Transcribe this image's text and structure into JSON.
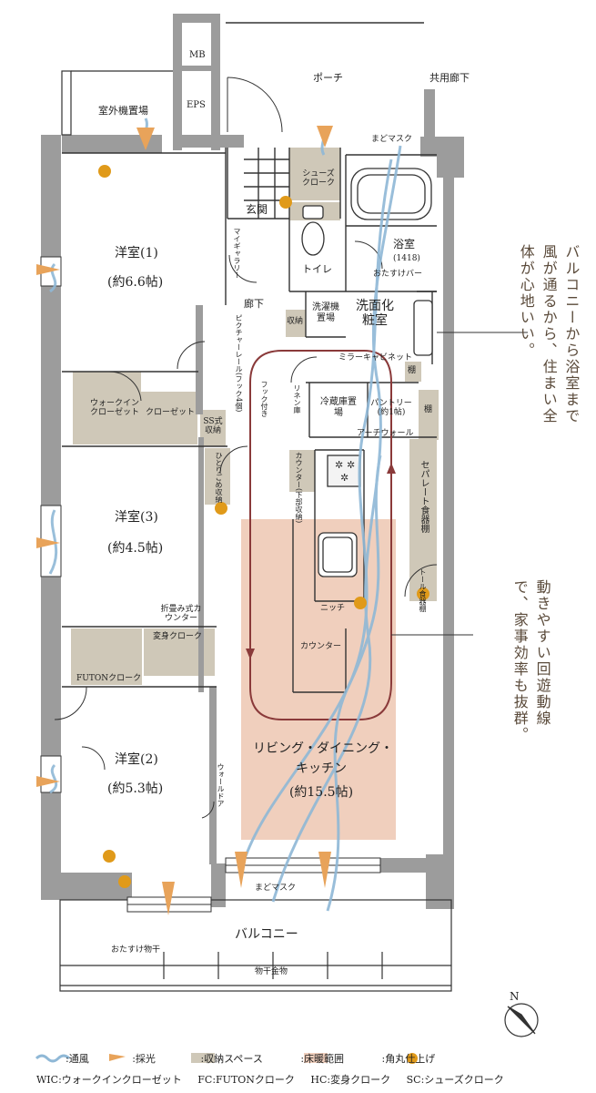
{
  "colors": {
    "wall": "#9c9c9c",
    "storage": "#cfc8b8",
    "heating": "#f0cfbd",
    "wind": "#8fb8d6",
    "light": "#e8a35a",
    "corner": "#e09a1a",
    "route": "#8a3a3a",
    "text_accent": "#5a4a3a"
  },
  "rooms": {
    "mb": "MB",
    "eps": "EPS",
    "porch": "ポーチ",
    "common_hall": "共用廊下",
    "outdoor_unit": "室外機置場",
    "madomask_top": "まどマスク",
    "shoes_closet": "シューズクローク",
    "entrance": "玄関",
    "toilet": "トイレ",
    "bath_name": "浴室",
    "bath_size": "(1418)",
    "otasuke_bar": "おたすけバー",
    "western1_name": "洋室(1)",
    "western1_size": "(約6.6帖)",
    "magnet_gallery": "マイギャラリー",
    "hallway": "廊下",
    "picture_rail": "ピクチャーレール(フック4個)",
    "washer": "洗濯機置場",
    "storage_small": "収納",
    "washroom": "洗面化粧室",
    "mirror_cabinet": "ミラーキャビネット",
    "shelf": "棚",
    "linen": "リネン庫",
    "hook": "フック付き",
    "fridge": "冷蔵庫置場",
    "pantry": "パントリー(約1帖)",
    "arch_wall": "アーチウォール",
    "shelf2": "棚",
    "wic": "ウォークインクローゼット",
    "closet": "クローゼット",
    "ss_storage": "SS式収納",
    "hitorigome": "ひとりごめ収納",
    "counter_storage": "カウンター(下部収納)",
    "separate_cupboard": "セパレート食器棚",
    "tall_cupboard": "トール食器棚",
    "western3_name": "洋室(3)",
    "western3_size": "(約4.5帖)",
    "folding_counter": "折畳み式カウンター",
    "henshin_closet": "変身クローク",
    "futon_closet": "FUTONクローク",
    "niche": "ニッチ",
    "counter": "カウンター",
    "western2_name": "洋室(2)",
    "western2_size": "(約5.3帖)",
    "wall_door": "ウォールドア",
    "ldk_name_1": "リビング・ダイニング・",
    "ldk_name_2": "キッチン",
    "ldk_size": "(約15.5帖)",
    "madomask_bottom": "まどマスク",
    "balcony": "バルコニー",
    "otasuke_drying": "おたすけ物干",
    "drying_hardware": "物干金物"
  },
  "callouts": {
    "upper": "バルコニーから浴室まで風が通るから、住まい全体が心地いい。",
    "lower": "動きやすい回遊動線で、家事効率も抜群。"
  },
  "compass": "N",
  "legend": {
    "row1": [
      {
        "key": "wind",
        "label": ":通風"
      },
      {
        "key": "light",
        "label": ":採光"
      },
      {
        "key": "storage",
        "label": ":収納スペース"
      },
      {
        "key": "heating",
        "label": ":床暖範囲"
      },
      {
        "key": "corner",
        "label": ":角丸仕上げ"
      }
    ],
    "row2": [
      "WIC:ウォークインクローゼット",
      "FC:FUTONクローク",
      "HC:変身クローク",
      "SC:シューズクローク"
    ]
  }
}
